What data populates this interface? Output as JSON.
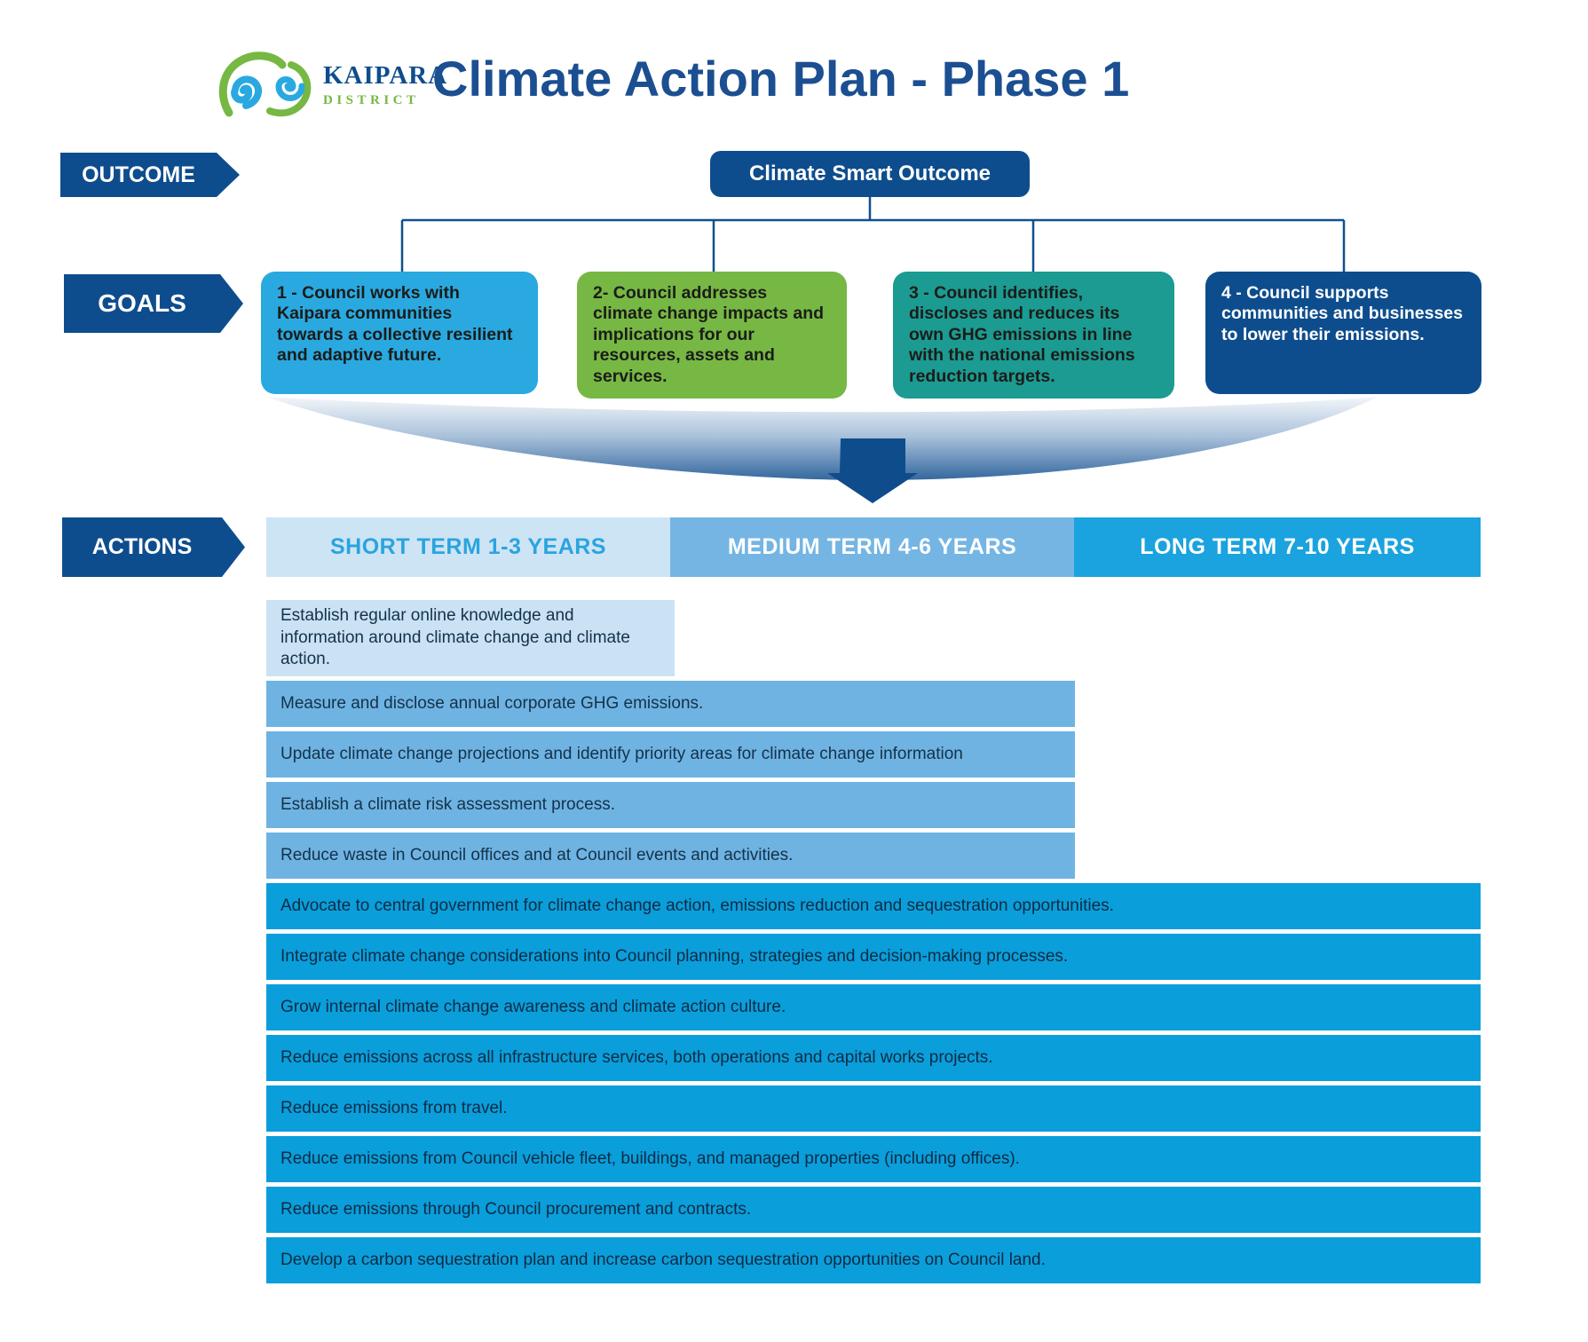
{
  "header": {
    "brand": {
      "name": "KAIPARA",
      "sub": "DISTRICT"
    },
    "title": "Climate Action Plan - Phase 1"
  },
  "outcome": {
    "label": "OUTCOME",
    "box": "Climate Smart Outcome"
  },
  "goals": {
    "label": "GOALS",
    "items": [
      {
        "text": "1 - Council works with Kaipara communities towards a collective resilient and adaptive future."
      },
      {
        "text": "2- Council addresses climate change impacts and implications for our resources, assets and services."
      },
      {
        "text": "3 - Council identifies, discloses and reduces its own GHG emissions in line with the national emissions reduction targets."
      },
      {
        "text": "4 - Council supports communities and businesses to lower their emissions."
      }
    ]
  },
  "actions": {
    "label": "ACTIONS",
    "columns": [
      {
        "label": "SHORT TERM 1-3 YEARS"
      },
      {
        "label": "MEDIUM TERM 4-6 YEARS"
      },
      {
        "label": "LONG TERM 7-10 YEARS"
      }
    ],
    "rows": [
      {
        "kind": "light",
        "text": "Establish regular online knowledge and information around climate change and climate action."
      },
      {
        "kind": "medium",
        "text": "Measure and disclose annual corporate GHG emissions."
      },
      {
        "kind": "medium",
        "text": "Update climate change projections and identify priority areas for climate change information"
      },
      {
        "kind": "medium",
        "text": "Establish a climate risk assessment process."
      },
      {
        "kind": "medium",
        "text": "Reduce waste in Council offices and at Council events and activities."
      },
      {
        "kind": "long",
        "text": "Advocate to central government for climate change action, emissions reduction and sequestration opportunities."
      },
      {
        "kind": "long",
        "text": "Integrate climate change considerations into Council planning, strategies and decision-making processes."
      },
      {
        "kind": "long",
        "text": "Grow internal climate change awareness and climate action culture."
      },
      {
        "kind": "long",
        "text": "Reduce emissions across all infrastructure services, both operations and capital works projects."
      },
      {
        "kind": "long",
        "text": "Reduce emissions from travel."
      },
      {
        "kind": "long",
        "text": "Reduce emissions from Council vehicle fleet, buildings, and managed properties (including offices)."
      },
      {
        "kind": "long",
        "text": "Reduce emissions through Council procurement and contracts."
      },
      {
        "kind": "long",
        "text": "Develop a carbon sequestration plan and increase carbon sequestration opportunities on Council land."
      }
    ]
  },
  "palette": {
    "navy": "#0e4d8d",
    "light_blue": "#29a9e0",
    "green": "#76b843",
    "teal": "#1b9b91",
    "short_header_bg": "#cde4f5",
    "short_header_text": "#2aa4de",
    "medium_header_bg": "#74b5e4",
    "long_header_bg": "#1aa3de",
    "row_light_bg": "#cbe2f4",
    "row_medium_bg": "#6fb3e2",
    "row_long_bg": "#0a9edb"
  }
}
